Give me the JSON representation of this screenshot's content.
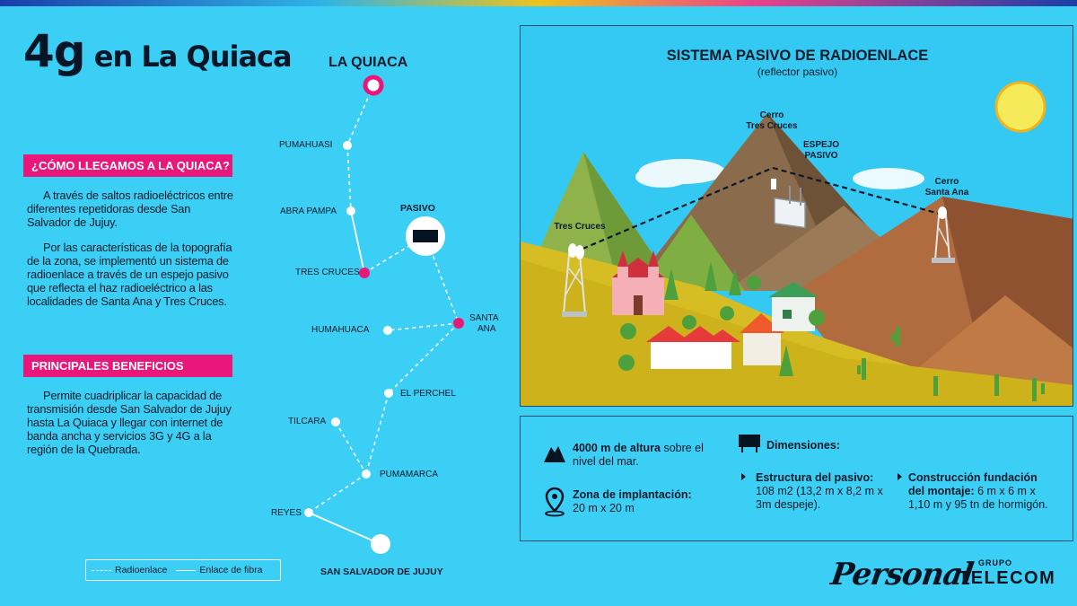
{
  "header": {
    "title_big": "4g",
    "title_rest": " en La Quiaca"
  },
  "left": {
    "section1_title": "¿CÓMO LLEGAMOS A LA QUIACA?",
    "section1_p1": "A través de saltos radioeléctricos entre diferentes repetidoras desde San Salvador de Jujuy.",
    "section1_p2": "Por las características de la topografía de la zona, se implementó un sistema de radioenlace a través de un espejo pasivo que reflecta el haz radioeléctrico a las localidades de Santa Ana y Tres Cruces.",
    "section2_title": "PRINCIPALES BENEFICIOS",
    "section2_p1": "Permite cuadriplicar la capacidad de transmisión desde San Salvador de Jujuy hasta La Quiaca y llegar con internet de banda ancha y servicios 3G y 4G a la región de la Quebrada."
  },
  "legend": {
    "radio": "Radioenlace",
    "fiber": "Enlace de fibra"
  },
  "map": {
    "la_quiaca": "LA QUIACA",
    "pumahuasi": "PUMAHUASI",
    "abra_pampa": "ABRA PAMPA",
    "tres_cruces": "TRES CRUCES",
    "pasivo": "PASIVO",
    "santa_ana_1": "SANTA",
    "santa_ana_2": "ANA",
    "humahuaca": "HUMAHUACA",
    "el_perchel": "EL PERCHEL",
    "tilcara": "TILCARA",
    "pumamarca": "PUMAMARCA",
    "reyes": "REYES",
    "san_salvador": "SAN SALVADOR DE JUJUY",
    "colors": {
      "pink": "#e9177a",
      "white": "#ffffff"
    }
  },
  "scene": {
    "title": "SISTEMA PASIVO DE RADIOENLACE",
    "subtitle": "(reflector pasivo)",
    "cerro_tres_cruces_1": "Cerro",
    "cerro_tres_cruces_2": "Tres Cruces",
    "espejo_1": "ESPEJO",
    "espejo_2": "PASIVO",
    "cerro_santa_ana_1": "Cerro",
    "cerro_santa_ana_2": "Santa Ana",
    "tres_cruces": "Tres Cruces"
  },
  "info": {
    "altura_bold": "4000 m de altura",
    "altura_rest": " sobre el nivel del mar.",
    "zona_bold": "Zona de implantación:",
    "zona_rest": "20 m x 20 m",
    "dimensiones": "Dimensiones:",
    "estructura_bold": "Estructura del pasivo:",
    "estructura_rest": "108 m2 (13,2 m x 8,2 m x 3m despeje).",
    "construccion_bold": "Construcción fundación del montaje:",
    "construccion_rest": " 6 m x 6 m x 1,10 m y 95 tn de hormigón."
  },
  "logos": {
    "personal": "Personal",
    "grupo": "GRUPO",
    "telecom": "TELECOM"
  }
}
